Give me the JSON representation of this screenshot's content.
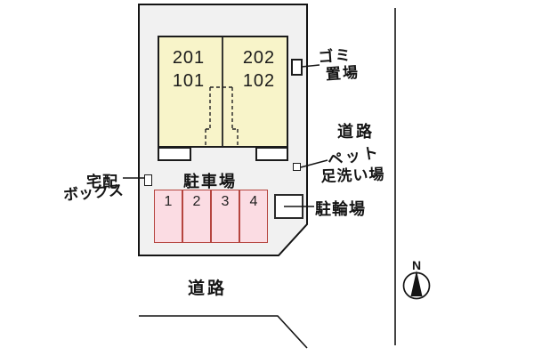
{
  "building": {
    "left_unit": [
      "201",
      "101"
    ],
    "right_unit": [
      "202",
      "102"
    ]
  },
  "parking": {
    "label": "駐車場",
    "spaces": [
      "1",
      "2",
      "3",
      "4"
    ]
  },
  "labels": {
    "garbage_line1": "ゴミ",
    "garbage_line2": "置場",
    "road_right": "道路",
    "pet_line1": "ペット",
    "pet_line2": "足洗い場",
    "delivery_line1": "宅配",
    "delivery_line2": "ボックス",
    "bicycle": "駐輪場",
    "road_bottom": "道路",
    "north": "N"
  },
  "colors": {
    "plot_fill": "#f1f1f1",
    "building_fill": "#f8f4c9",
    "parking_fill": "#fbdce3",
    "parking_border": "#b5453f",
    "line": "#141414"
  }
}
